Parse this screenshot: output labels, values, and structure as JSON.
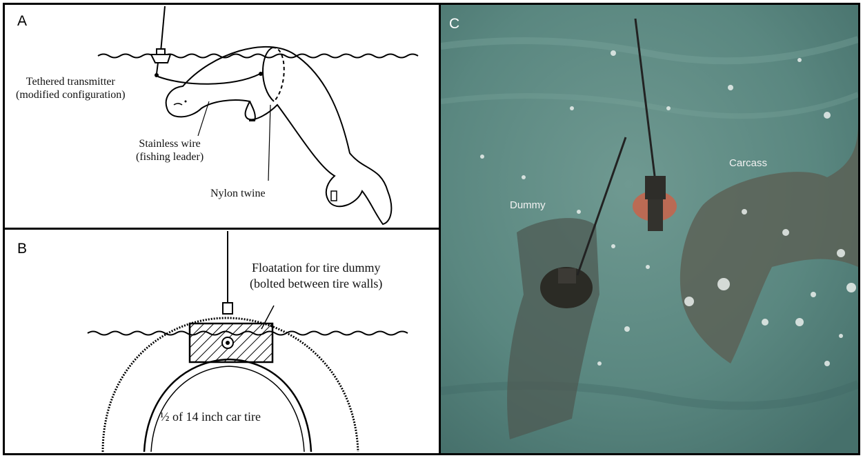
{
  "panels": {
    "a": {
      "letter": "A",
      "labels": {
        "transmitter_line1": "Tethered transmitter",
        "transmitter_line2": "(modified configuration)",
        "wire_line1": "Stainless wire",
        "wire_line2": "(fishing leader)",
        "twine": "Nylon twine"
      }
    },
    "b": {
      "letter": "B",
      "labels": {
        "floatation_line1": "Floatation for tire dummy",
        "floatation_line2": "(bolted between tire walls)",
        "tire": "½ of 14 inch car tire"
      }
    },
    "c": {
      "letter": "C",
      "labels": {
        "dummy": "Dummy",
        "carcass": "Carcass"
      }
    }
  }
}
